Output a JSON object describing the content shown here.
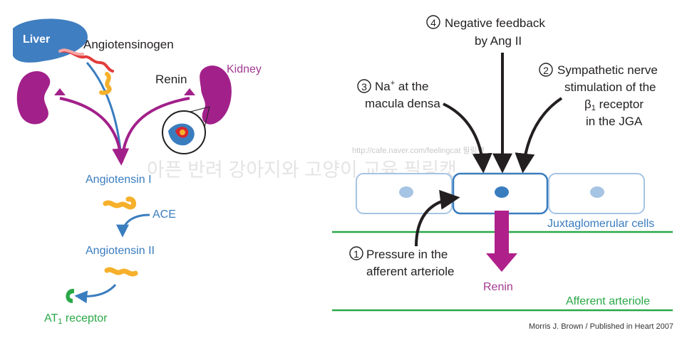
{
  "left_panel": {
    "liver_label": "Liver",
    "angiotensinogen_label": "Angiotensinogen",
    "renin_label": "Renin",
    "kidney_label": "Kidney",
    "angiotensin1_label": "Angiotensin I",
    "ace_label": "ACE",
    "angiotensin2_label": "Angiotensin II",
    "receptor_label_main": "AT",
    "receptor_label_sub": "1",
    "receptor_label_tail": " receptor"
  },
  "right_panel": {
    "feedback4": {
      "number": "4",
      "line1": "Negative feedback",
      "line2": "by Ang II"
    },
    "feedback3": {
      "number": "3",
      "line1_main": "Na",
      "line1_sup": "+",
      "line1_tail": " at the",
      "line2": "macula densa"
    },
    "feedback2": {
      "number": "2",
      "line1": "Sympathetic nerve",
      "line2": "stimulation of the",
      "line3_main": "β",
      "line3_sub": "1",
      "line3_tail": " receptor",
      "line4": "in the JGA"
    },
    "feedback1": {
      "number": "1",
      "line1": "Pressure in the",
      "line2": "afferent arteriole"
    },
    "jg_cells_label": "Juxtaglomerular cells",
    "renin_label": "Renin",
    "afferent_label": "Afferent arteriole"
  },
  "watermark": {
    "url": "http://cafe.naver.com/feelingcat 필링캣",
    "korean": "아픈 반려 강아지와 고양이 교육 필링캣"
  },
  "credit": "Morris J. Brown / Published in Heart 2007",
  "colors": {
    "blue": "#3a7dbf",
    "purple": "#a23a93",
    "magenta": "#b0208a",
    "orange": "#f6b02b",
    "green": "#29a847",
    "red": "#d9262c"
  }
}
